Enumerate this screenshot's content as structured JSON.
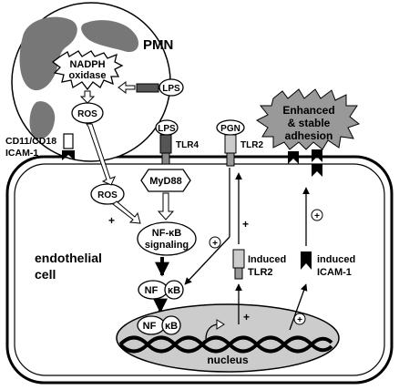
{
  "pmn": {
    "label": "PMN",
    "nadph_line1": "NADPH",
    "nadph_line2": "oxidase",
    "ros": "ROS"
  },
  "lps_top": "LPS",
  "lps_receptor": "LPS",
  "tlr4": "TLR4",
  "pgn": "PGN",
  "tlr2": "TLR2",
  "adhesion": {
    "line1": "Enhanced",
    "line2": "& stable",
    "line3": "adhesion"
  },
  "cd11": {
    "line1": "CD11/CD18",
    "line2": "ICAM-1"
  },
  "ros_cell": "ROS",
  "myd88": "MyD88",
  "nfkb_signal": {
    "line1": "NF-κB",
    "line2": "signaling"
  },
  "nfkb": {
    "part1": "NF",
    "part2": "κB"
  },
  "nfkb_nucleus": {
    "part1": "NF",
    "part2": "κB"
  },
  "endothelial": {
    "line1": "endothelial",
    "line2": "cell"
  },
  "induced_tlr2": {
    "line1": "Induced",
    "line2": "TLR2"
  },
  "induced_icam": {
    "line1": "induced",
    "line2": "ICAM-1"
  },
  "nucleus": "nucleus",
  "signs": {
    "plus": "+",
    "circled_plus": "+"
  }
}
